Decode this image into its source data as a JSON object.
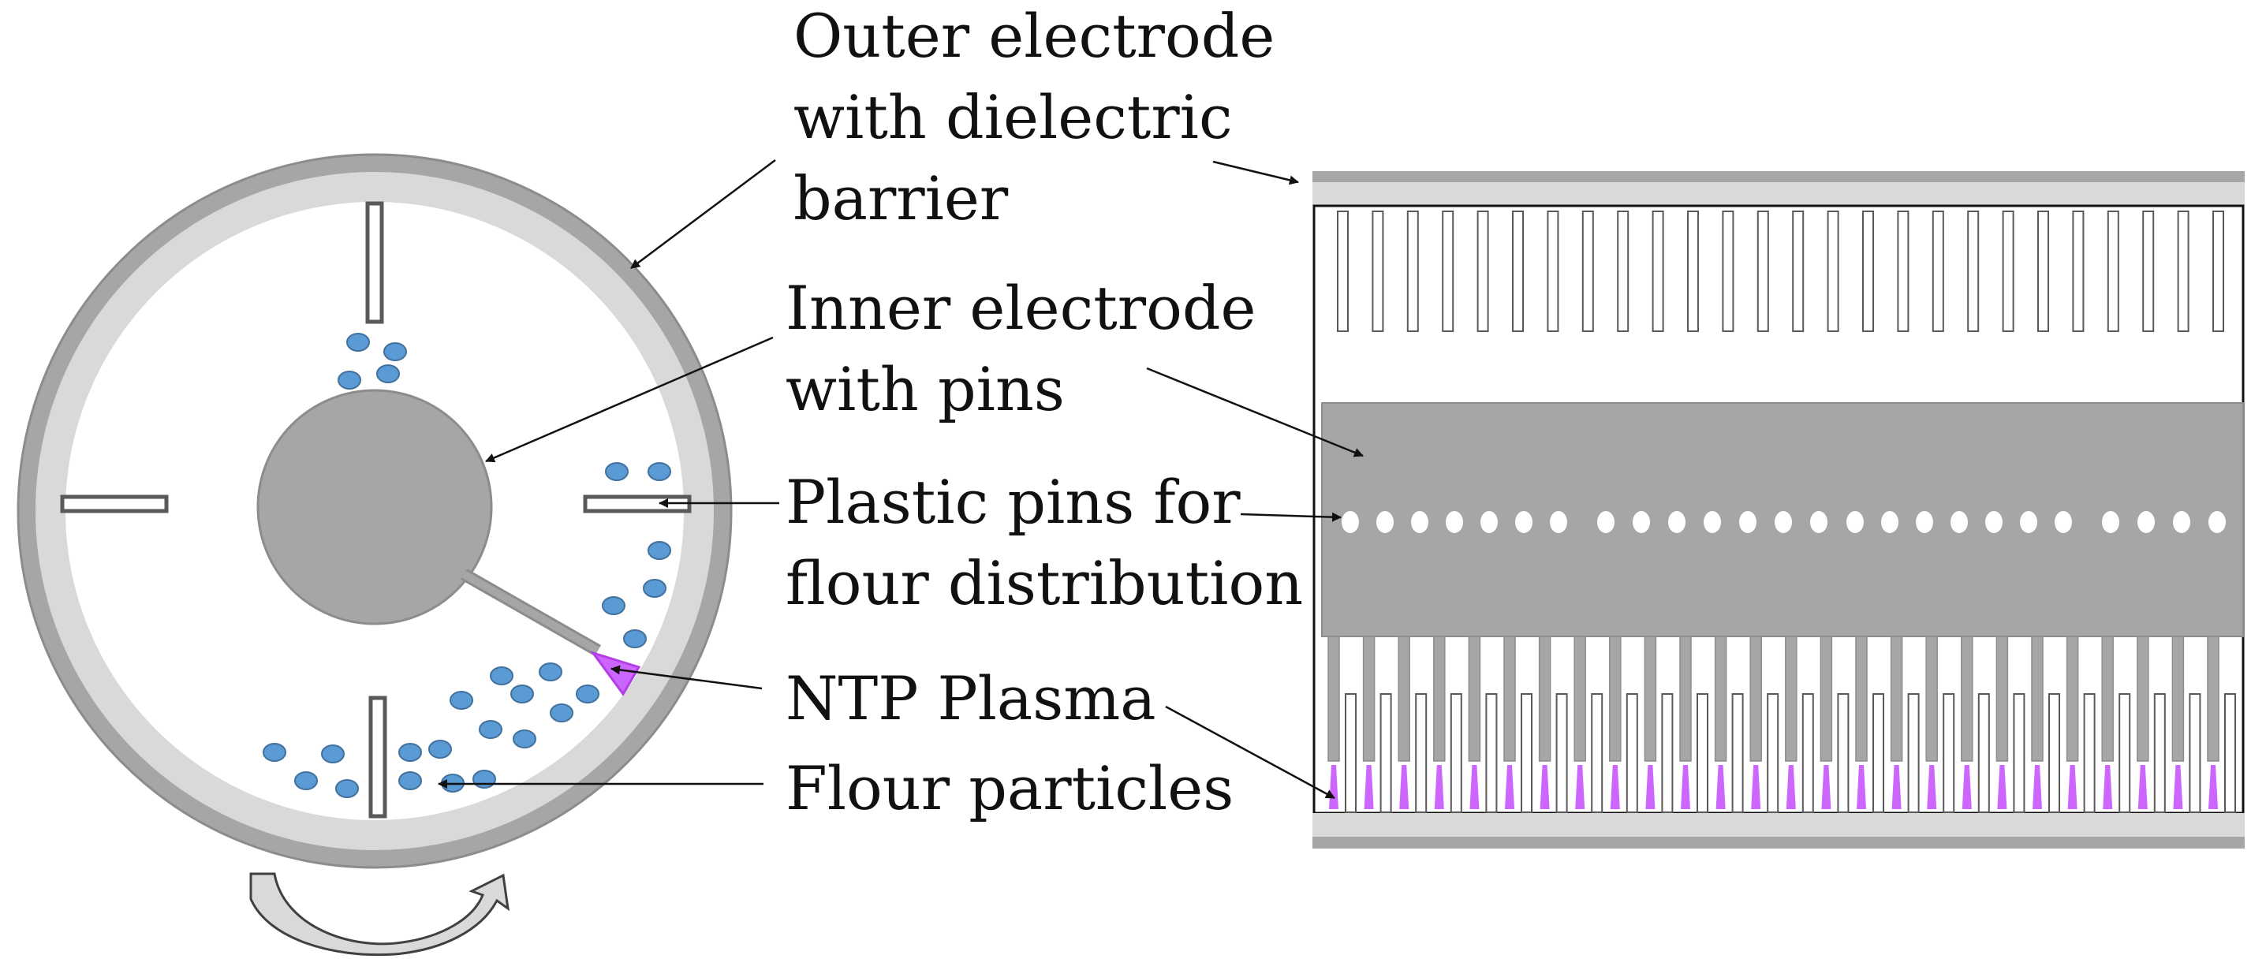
{
  "labels": {
    "outer_line1": "Outer electrode",
    "outer_line2": "with dielectric",
    "outer_line3": "barrier",
    "inner_line1": "Inner electrode",
    "inner_line2": "with pins",
    "pins_line1": "Plastic pins for",
    "pins_line2": "flour distribution",
    "plasma": "NTP Plasma",
    "flour": "Flour particles"
  },
  "colors": {
    "outer_electrode": "#a6a6a6",
    "dielectric": "#d9d9d9",
    "inner_electrode": "#a6a6a6",
    "flour_fill": "#5b9bd5",
    "flour_stroke": "#41719c",
    "plasma": "#cc66ff",
    "pin_stroke": "#595959"
  },
  "icons": {
    "rotation": "curved-rotation-arrow-icon"
  }
}
